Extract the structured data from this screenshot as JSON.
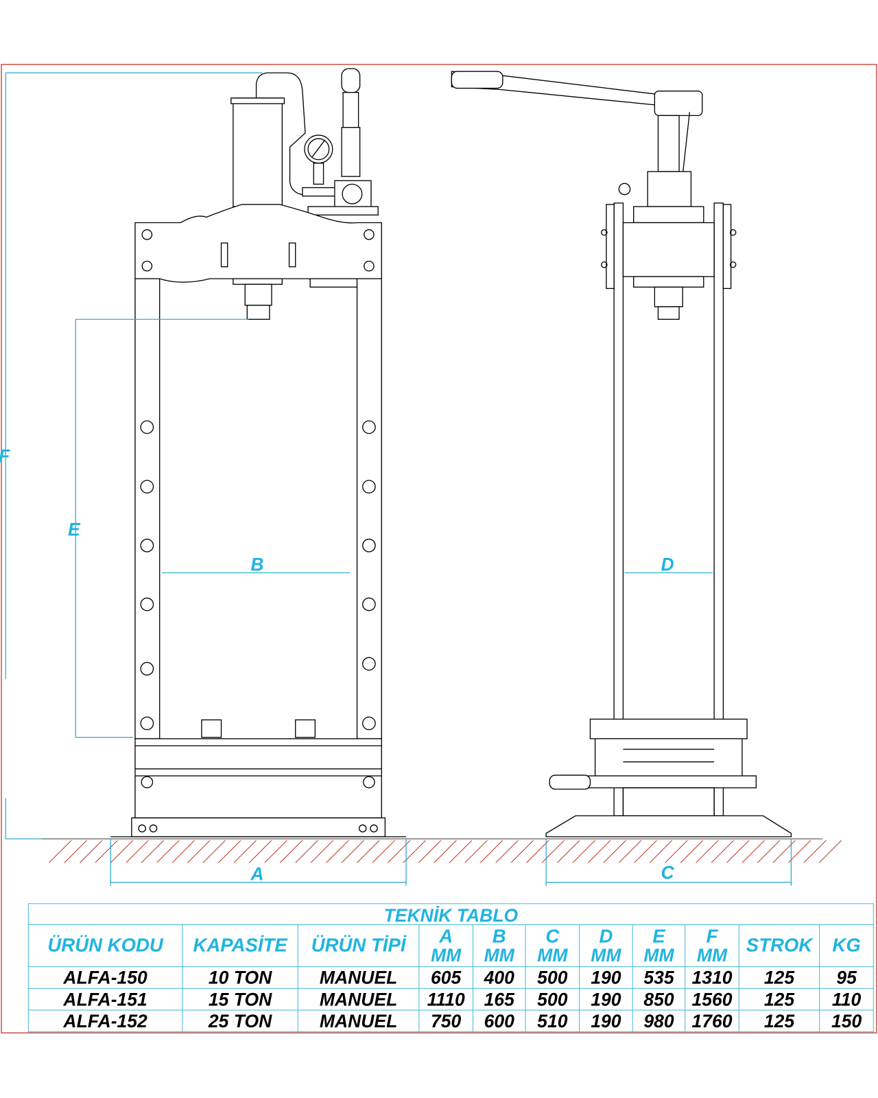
{
  "colors": {
    "dimension": "#1fb4e0",
    "border": "#c0392b",
    "lines": "#000000"
  },
  "dimension_labels": {
    "A": "A",
    "B": "B",
    "C": "C",
    "D": "D",
    "E": "E",
    "F": "F"
  },
  "table": {
    "title": "TEKNİK TABLO",
    "headers": [
      {
        "label": "ÜRÜN KODU"
      },
      {
        "label": "KAPASİTE"
      },
      {
        "label": "ÜRÜN TİPİ"
      },
      {
        "label": "A",
        "unit": "MM"
      },
      {
        "label": "B",
        "unit": "MM"
      },
      {
        "label": "C",
        "unit": "MM"
      },
      {
        "label": "D",
        "unit": "MM"
      },
      {
        "label": "E",
        "unit": "MM"
      },
      {
        "label": "F",
        "unit": "MM"
      },
      {
        "label": "STROK"
      },
      {
        "label": "KG"
      }
    ],
    "rows": [
      [
        "ALFA-150",
        "10 TON",
        "MANUEL",
        "605",
        "400",
        "500",
        "190",
        "535",
        "1310",
        "125",
        "95"
      ],
      [
        "ALFA-151",
        "15 TON",
        "MANUEL",
        "1110",
        "165",
        "500",
        "190",
        "850",
        "1560",
        "125",
        "110"
      ],
      [
        "ALFA-152",
        "25 TON",
        "MANUEL",
        "750",
        "600",
        "510",
        "190",
        "980",
        "1760",
        "125",
        "150"
      ]
    ]
  }
}
